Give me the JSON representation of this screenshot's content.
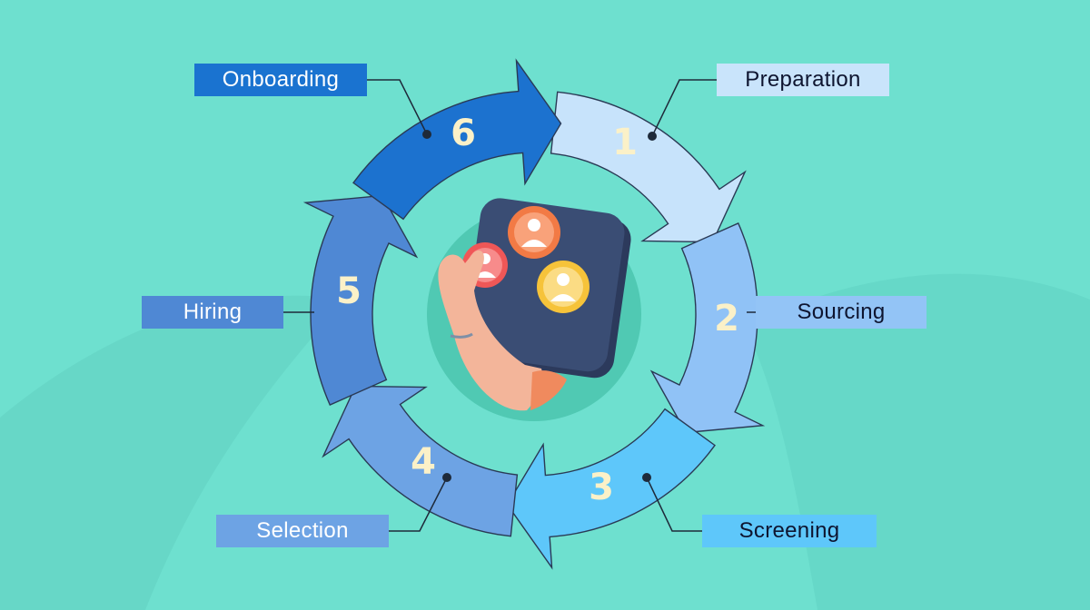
{
  "colors": {
    "background": "#6ee0cf",
    "step1": "#c7e3fb",
    "step2": "#90c2f6",
    "step3": "#5ec7fa",
    "step4": "#6da3e4",
    "step5": "#4f88d4",
    "step6": "#1c72cf",
    "number": "#fbf1c8"
  },
  "steps": [
    {
      "number": "1",
      "label": "Preparation"
    },
    {
      "number": "2",
      "label": "Sourcing"
    },
    {
      "number": "3",
      "label": "Screening"
    },
    {
      "number": "4",
      "label": "Selection"
    },
    {
      "number": "5",
      "label": "Hiring"
    },
    {
      "number": "6",
      "label": "Onboarding"
    }
  ],
  "center_illustration": {
    "description_icon": "hand-holding-user-avatars-tile",
    "avatar_colors": [
      "#f27a45",
      "#ef5757",
      "#f6c33a"
    ]
  }
}
